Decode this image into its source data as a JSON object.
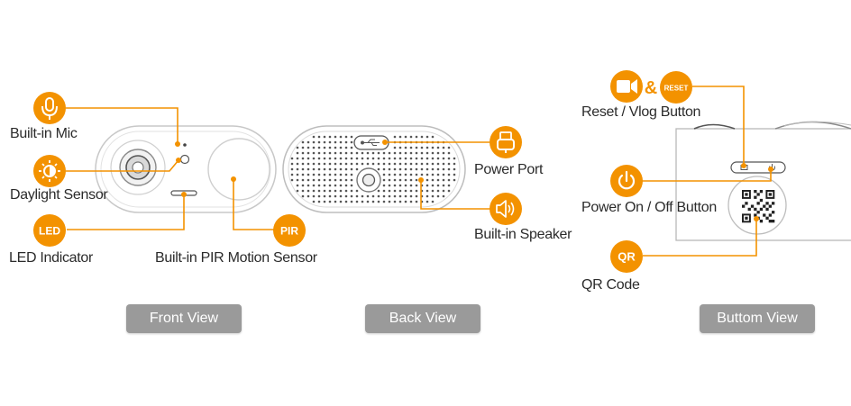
{
  "accent_color": "#f39200",
  "labels": {
    "mic": "Built-in Mic",
    "daylight": "Daylight Sensor",
    "led": "LED Indicator",
    "pir_sensor": "Built-in PIR Motion Sensor",
    "power_port": "Power Port",
    "speaker": "Built-in Speaker",
    "reset_vlog": "Reset / Vlog Button",
    "power_onoff": "Power On / Off Button",
    "qr": "QR Code"
  },
  "badges": {
    "led": "LED",
    "pir": "PIR",
    "qr": "QR",
    "reset": "RESET",
    "ampersand": "&"
  },
  "views": {
    "front": "Front View",
    "back": "Back View",
    "bottom": "Buttom View"
  },
  "icons": {
    "mic": "microphone-icon",
    "daylight": "sun-moon-icon",
    "power_port": "usb-plug-icon",
    "speaker": "speaker-icon",
    "vlog": "video-camera-icon",
    "power": "power-icon"
  }
}
